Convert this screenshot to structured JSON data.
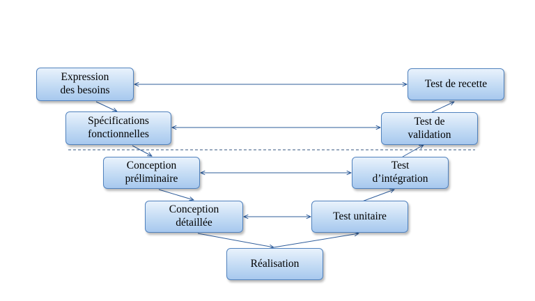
{
  "diagram": {
    "left_branch": [
      {
        "id": "expression",
        "label": "Expression\ndes besoins"
      },
      {
        "id": "specifications",
        "label": "Spécifications\nfonctionnelles"
      },
      {
        "id": "conception-preliminaire",
        "label": "Conception\npréliminaire"
      },
      {
        "id": "conception-detaillee",
        "label": "Conception\ndétaillée"
      }
    ],
    "bottom": {
      "id": "realisation",
      "label": "Réalisation"
    },
    "right_branch": [
      {
        "id": "test-recette",
        "label": "Test de recette"
      },
      {
        "id": "test-validation",
        "label": "Test de\nvalidation"
      },
      {
        "id": "test-integration",
        "label": "Test\nd’intégration"
      },
      {
        "id": "test-unitaire",
        "label": "Test unitaire"
      }
    ],
    "colors": {
      "box_border": "#4f81bd",
      "box_fill_top": "#e9f2fc",
      "box_fill_bottom": "#a7c8ee",
      "connector": "#2e5c9a",
      "separator": "#33557f"
    }
  }
}
